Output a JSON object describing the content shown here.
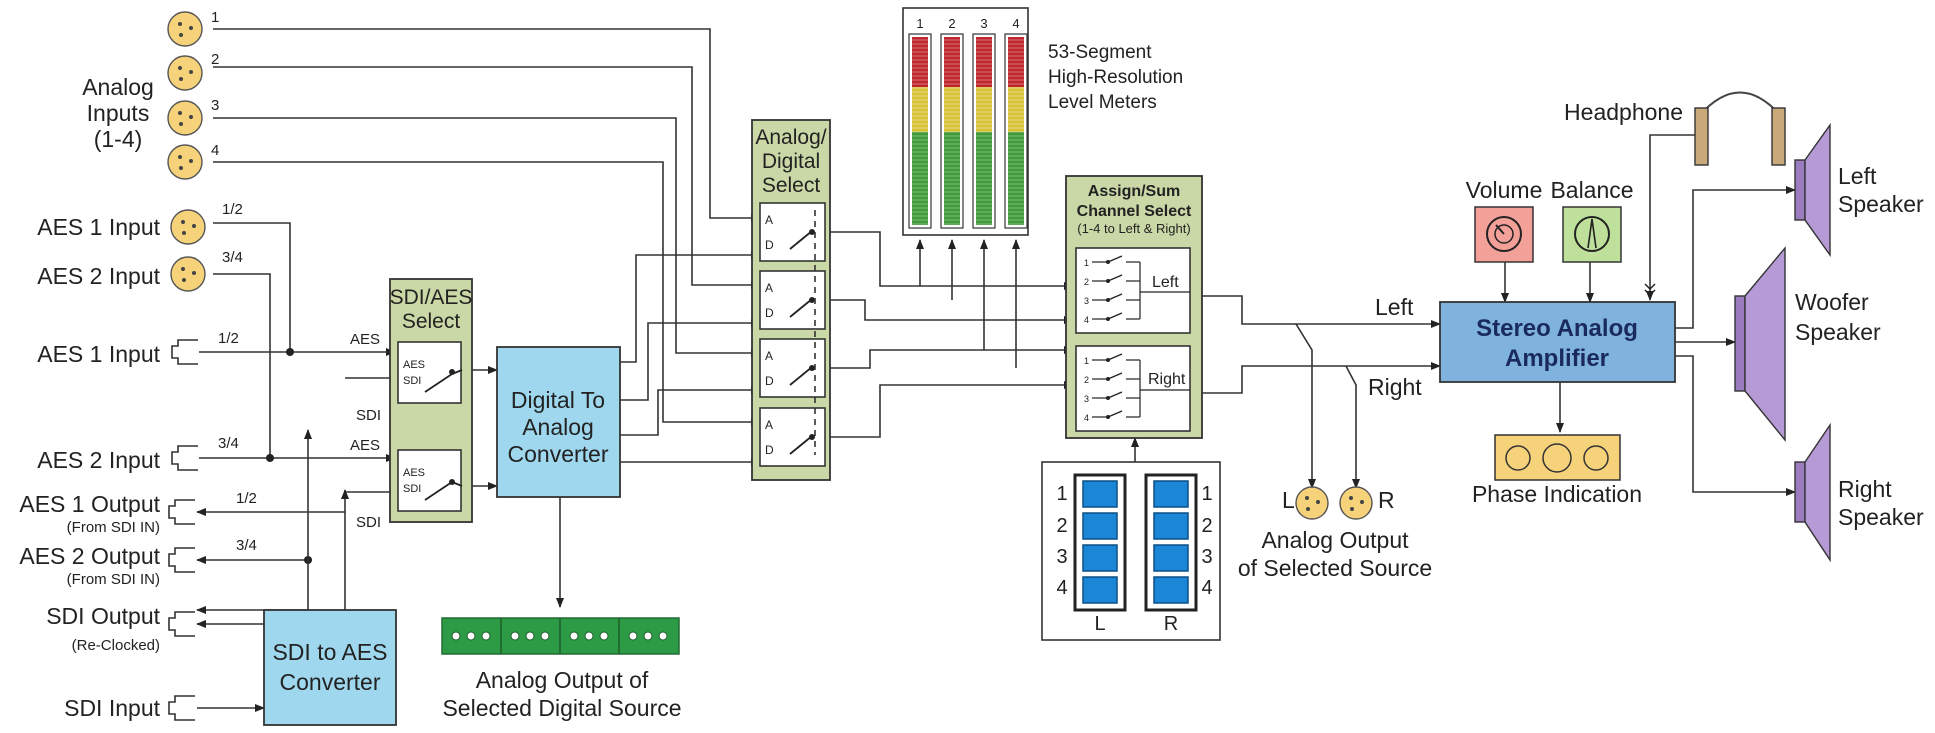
{
  "inputs": {
    "analog_title": [
      "Analog",
      "Inputs",
      "(1-4)"
    ],
    "analog_numbers": [
      "1",
      "2",
      "3",
      "4"
    ],
    "aes1_xlr": "AES 1 Input",
    "aes2_xlr": "AES 2 Input",
    "aes1_bnc": "AES 1 Input",
    "aes2_bnc": "AES 2 Input",
    "aes1_output": "AES 1 Output",
    "aes1_output_note": "(From SDI IN)",
    "aes2_output": "AES 2 Output",
    "aes2_output_note": "(From SDI IN)",
    "sdi_output": "SDI Output",
    "sdi_output_note": "(Re-Clocked)",
    "sdi_input": "SDI Input",
    "pair_12": "1/2",
    "pair_34": "3/4"
  },
  "sdi_aes_select": {
    "title": [
      "SDI/AES",
      "Select"
    ],
    "aes_label": "AES",
    "sdi_label": "SDI",
    "switch_aes": "AES",
    "switch_sdi": "SDI"
  },
  "dac": {
    "title": [
      "Digital To",
      "Analog",
      "Converter"
    ]
  },
  "sdi_to_aes": {
    "title": [
      "SDI to AES",
      "Converter"
    ]
  },
  "digital_out": {
    "title": [
      "Analog Output of",
      "Selected Digital Source"
    ]
  },
  "ad_select": {
    "title": [
      "Analog/",
      "Digital",
      "Select"
    ],
    "a": "A",
    "d": "D"
  },
  "meters": {
    "numbers": [
      "1",
      "2",
      "3",
      "4"
    ],
    "caption": [
      "53-Segment",
      "High-Resolution",
      "Level Meters"
    ],
    "colors": {
      "red": "#c0272d",
      "yellow": "#d8c23a",
      "green": "#3f9a3a"
    }
  },
  "assign": {
    "title": [
      "Assign/Sum",
      "Channel Select"
    ],
    "subtitle": "(1-4 to Left & Right)",
    "left": "Left",
    "right": "Right",
    "channel_numbers": [
      "1",
      "2",
      "3",
      "4"
    ]
  },
  "selector_panel": {
    "numbers": [
      "1",
      "2",
      "3",
      "4"
    ],
    "left_label": "L",
    "right_label": "R"
  },
  "analog_output": {
    "l": "L",
    "r": "R",
    "caption": [
      "Analog Output",
      "of Selected Source"
    ]
  },
  "lines": {
    "left": "Left",
    "right": "Right"
  },
  "amplifier": {
    "title": [
      "Stereo Analog",
      "Amplifier"
    ]
  },
  "controls": {
    "volume": "Volume",
    "balance": "Balance",
    "headphone": "Headphone"
  },
  "phase": {
    "caption": "Phase Indication"
  },
  "speakers": {
    "left": [
      "Left",
      "Speaker"
    ],
    "woofer": [
      "Woofer",
      "Speaker"
    ],
    "right": [
      "Right",
      "Speaker"
    ]
  }
}
